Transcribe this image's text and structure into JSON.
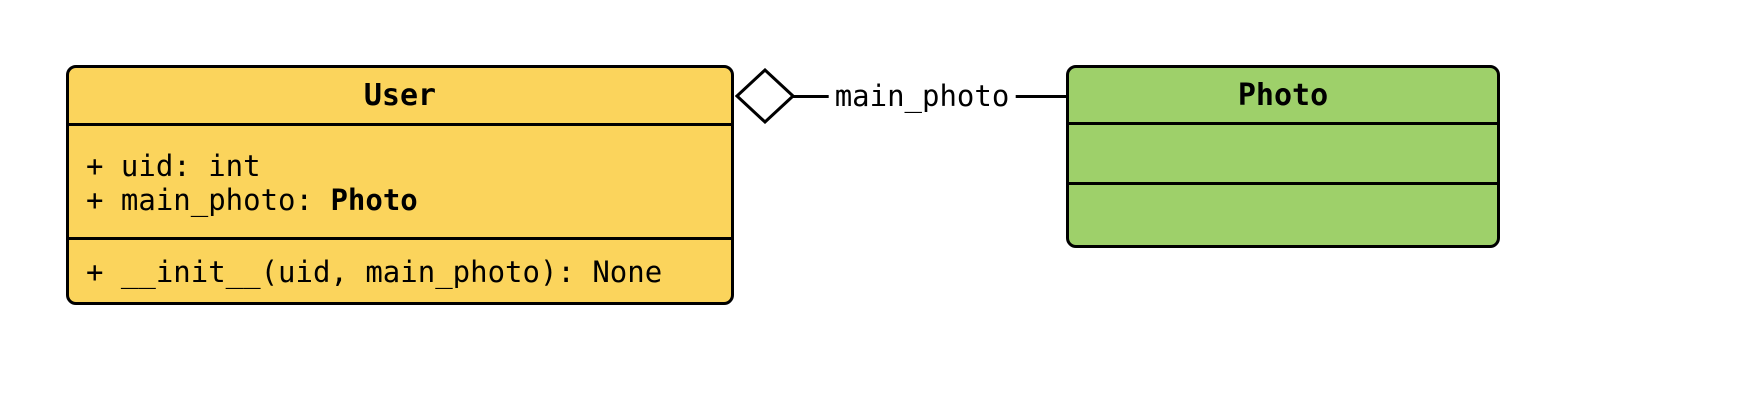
{
  "classes": [
    {
      "name": "User",
      "fill": "#FBD45C",
      "attributes": [
        {
          "segments": [
            {
              "text": "+ uid: int",
              "bold": false
            }
          ]
        },
        {
          "segments": [
            {
              "text": "+ main_photo: ",
              "bold": false
            },
            {
              "text": "Photo",
              "bold": true
            }
          ]
        }
      ],
      "methods": [
        {
          "segments": [
            {
              "text": "+ __init__(uid, main_photo): None",
              "bold": false
            }
          ]
        }
      ]
    },
    {
      "name": "Photo",
      "fill": "#9ED06A",
      "attributes": [],
      "methods": []
    }
  ],
  "relationship": {
    "type": "aggregation",
    "label": "main_photo",
    "from": "User",
    "to": "Photo",
    "line_color": "#000000",
    "diamond_fill": "#ffffff"
  }
}
